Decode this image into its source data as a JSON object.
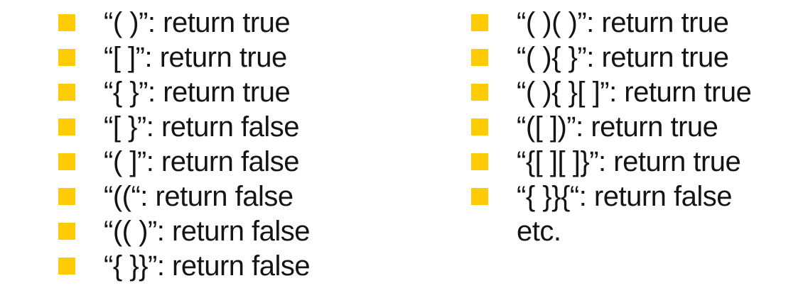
{
  "page": {
    "background_color": "#ffffff",
    "text_color": "#141414",
    "bullet_color": "#FFCB05",
    "selection_highlight_color": "#A9C7E8",
    "bullet_icon": "gold-square"
  },
  "columns": {
    "left": {
      "items": [
        {
          "text": "“( )”: return true"
        },
        {
          "text": "“[ ]”: return true"
        },
        {
          "text": "“{ }”: return true"
        },
        {
          "text": "“[ }”: return false"
        },
        {
          "text": "“( ]”: return false"
        },
        {
          "text": "“((“: return false"
        },
        {
          "text": "“(( )”: return false"
        },
        {
          "text": "“{ }}”: return false"
        }
      ]
    },
    "right": {
      "items": [
        {
          "prefix": "“( )( )”: return ",
          "highlight": "t",
          "suffix": "rue"
        },
        {
          "text": "“( ){ }”: return true"
        },
        {
          "text": "“( ){ }[ ]”: return true"
        },
        {
          "text": "“([ ])”: return true"
        },
        {
          "text": "“{[ ][ ]}”: return true"
        },
        {
          "text": "“{ }}{“: return false"
        },
        {
          "text": "etc.",
          "no_bullet": true
        }
      ]
    }
  }
}
